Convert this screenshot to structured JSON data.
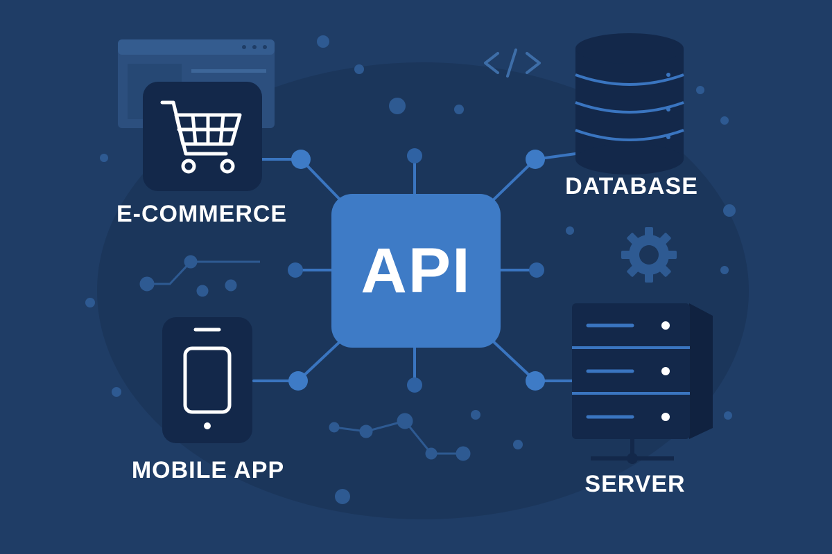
{
  "center": {
    "label": "API"
  },
  "nodes": {
    "ecommerce": {
      "label": "E-COMMERCE",
      "icon": "shopping-cart-icon"
    },
    "database": {
      "label": "DATABASE",
      "icon": "database-icon"
    },
    "mobile": {
      "label": "MOBILE APP",
      "icon": "smartphone-icon"
    },
    "server": {
      "label": "SERVER",
      "icon": "server-rack-icon"
    }
  },
  "decorations": [
    "browser-window-icon",
    "code-brackets-icon",
    "gear-icon"
  ],
  "colors": {
    "background": "#1f3d66",
    "glow": "#1b3559",
    "accent": "#3e7bc6",
    "connector": "#3a75c0",
    "icon_tile": "#13284a",
    "text": "#ffffff"
  }
}
